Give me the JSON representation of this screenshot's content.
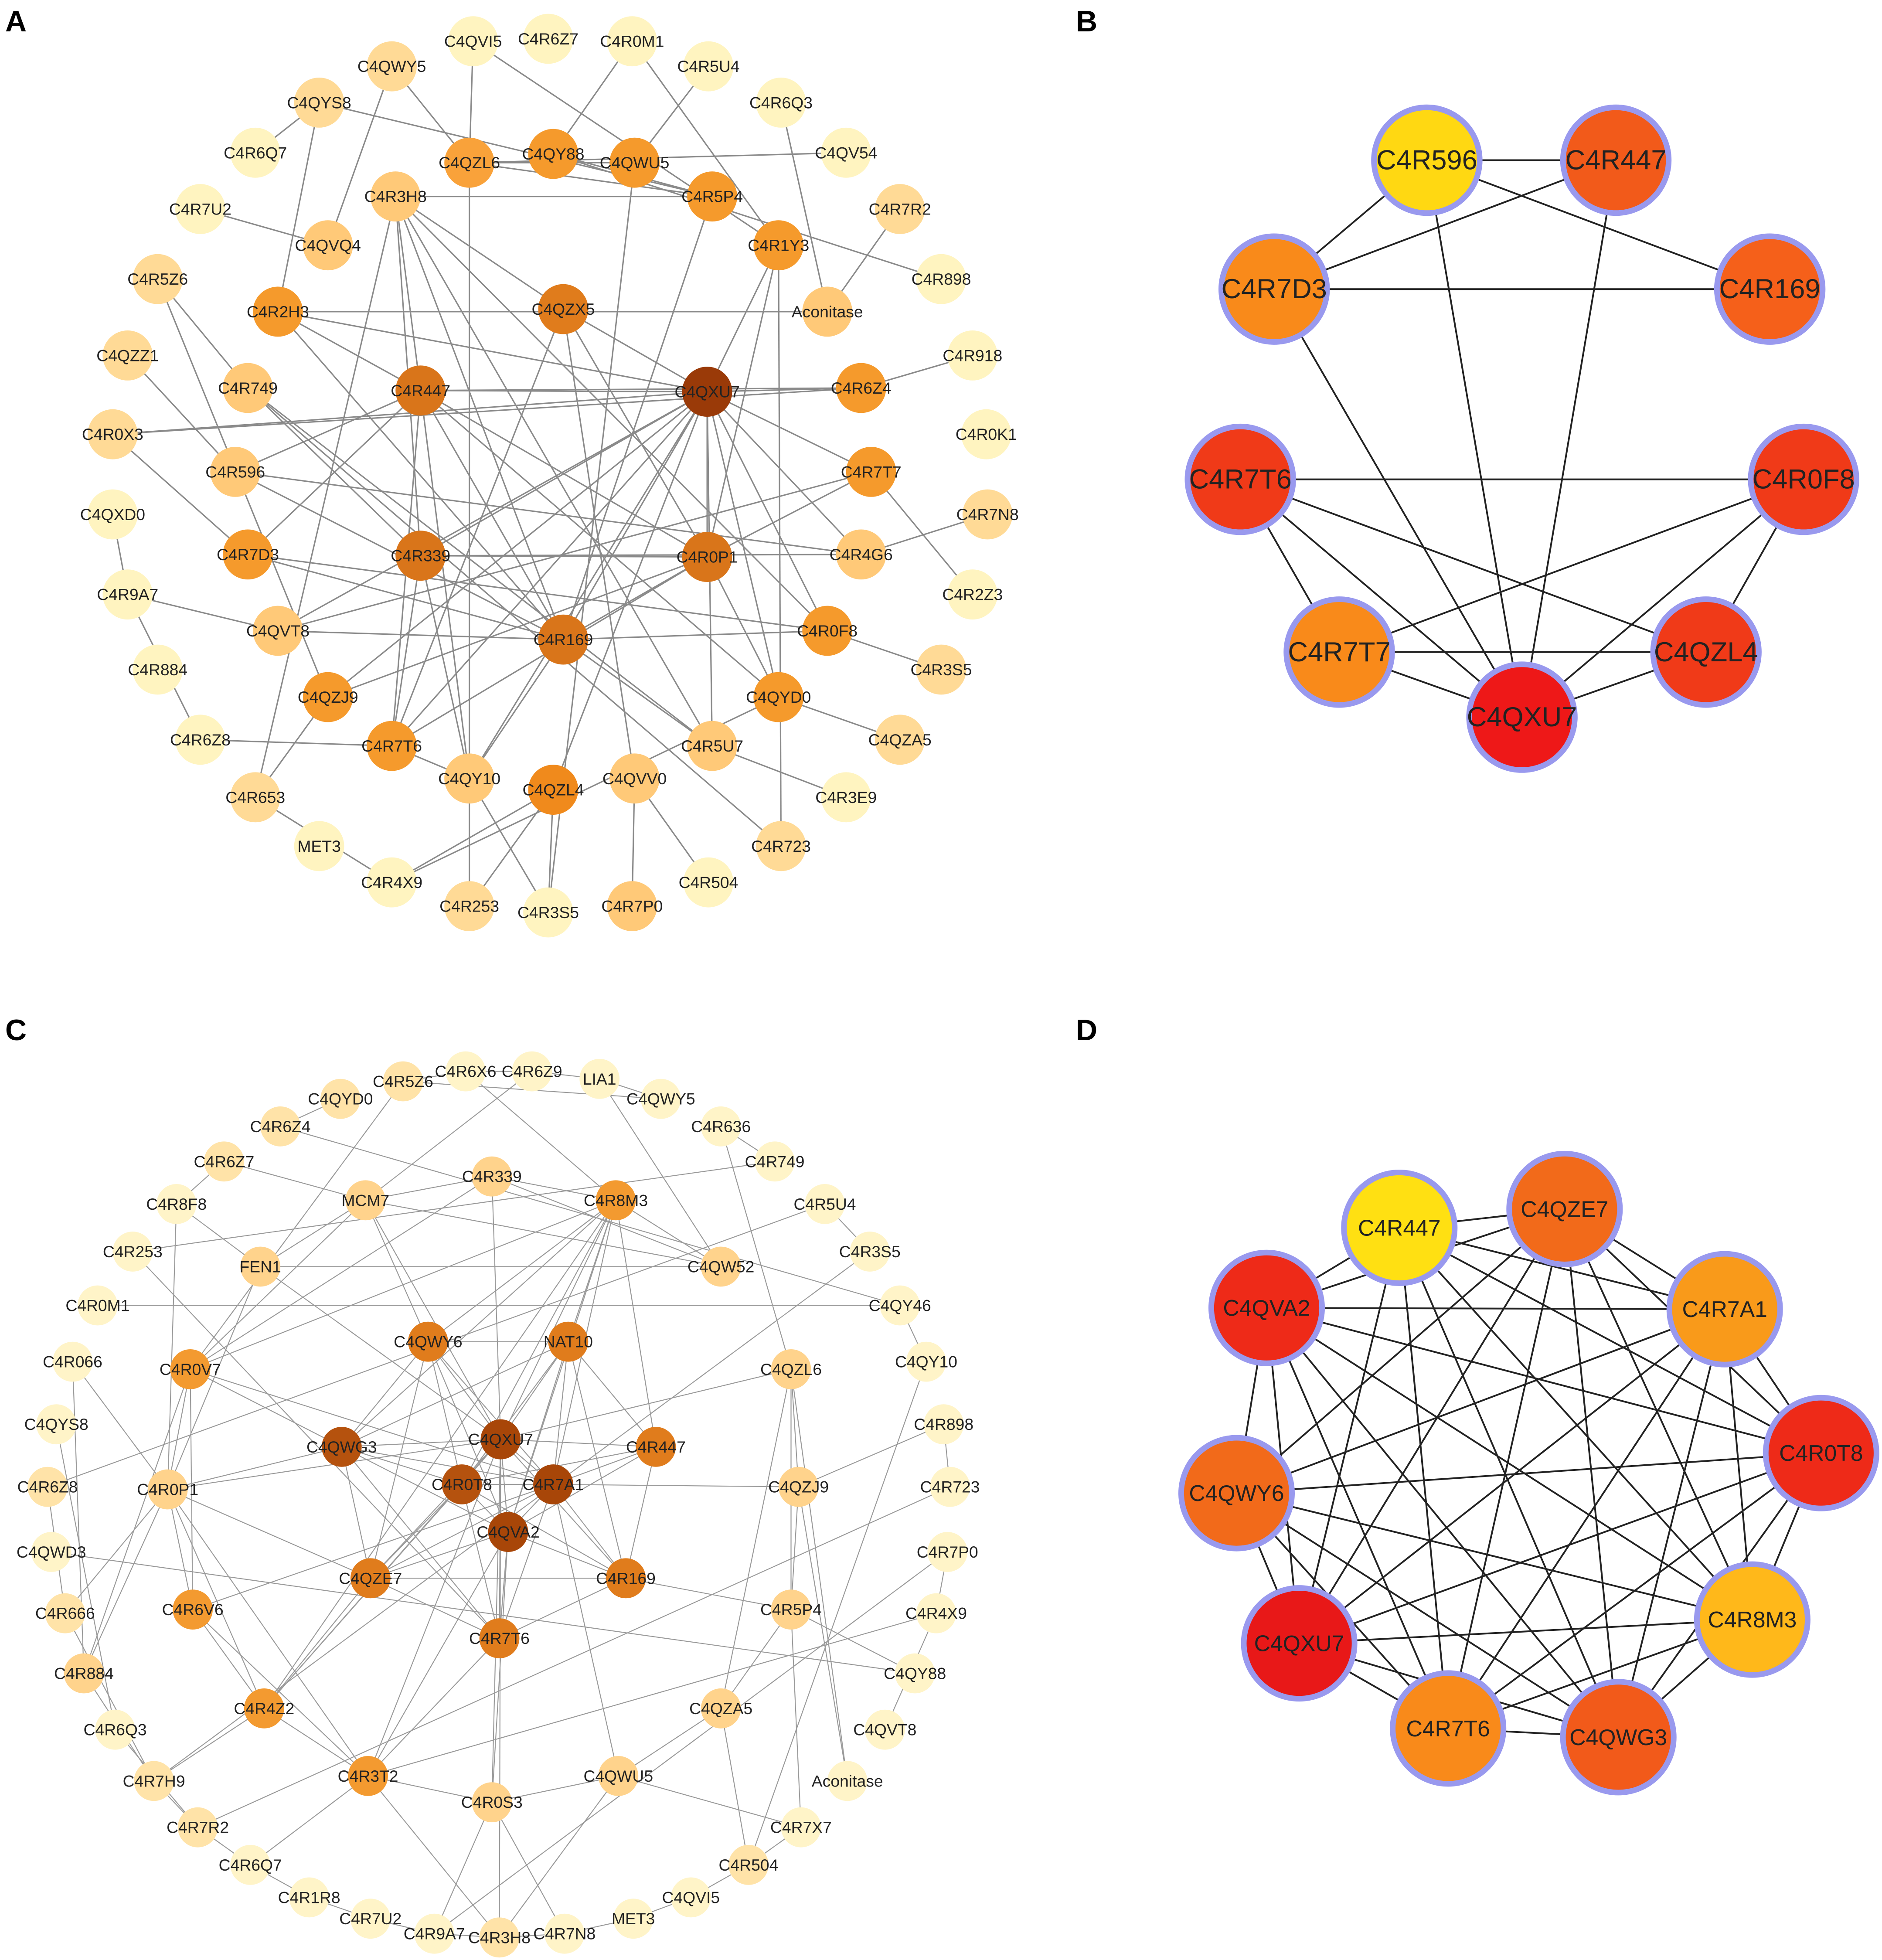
{
  "panels": [
    {
      "letter": "A",
      "nodes": [
        {
          "id": "C4QVI5",
          "c": "#FFF4C0"
        },
        {
          "id": "C4R6Z7",
          "c": "#FFF4C0"
        },
        {
          "id": "C4R0M1",
          "c": "#FFF4C0"
        },
        {
          "id": "C4R5U4",
          "c": "#FFF4C0"
        },
        {
          "id": "C4R6Q3",
          "c": "#FFF4C0"
        },
        {
          "id": "C4QV54",
          "c": "#FFF4C0"
        },
        {
          "id": "C4R7R2",
          "c": "#FFDA96"
        },
        {
          "id": "C4R898",
          "c": "#FFF4C0"
        },
        {
          "id": "C4R918",
          "c": "#FFF4C0"
        },
        {
          "id": "C4R0K1",
          "c": "#FFF4C0"
        },
        {
          "id": "C4R7N8",
          "c": "#FFDA96"
        },
        {
          "id": "C4R2Z3",
          "c": "#FFF4C0"
        },
        {
          "id": "C4R3S5",
          "c": "#FFDA96"
        },
        {
          "id": "C4QZA5",
          "c": "#FFDA96"
        },
        {
          "id": "C4R3E9",
          "c": "#FFF4C0"
        },
        {
          "id": "C4R723",
          "c": "#FFDA96"
        },
        {
          "id": "C4R504",
          "c": "#FFF4C0"
        },
        {
          "id": "C4R7P0",
          "c": "#FFC978"
        },
        {
          "id": "C4R3S5b",
          "label": "C4R3S5",
          "c": "#FFF4C0"
        },
        {
          "id": "C4R253",
          "c": "#FFDA96"
        },
        {
          "id": "C4R4X9",
          "c": "#FFF4C0"
        },
        {
          "id": "MET3",
          "c": "#FFF4C0"
        },
        {
          "id": "C4R653",
          "c": "#FFDA96"
        },
        {
          "id": "C4R6Z8",
          "c": "#FFF4C0"
        },
        {
          "id": "C4R884",
          "c": "#FFF4C0"
        },
        {
          "id": "C4R9A7",
          "c": "#FFF4C0"
        },
        {
          "id": "C4QXD0",
          "c": "#FFF4C0"
        },
        {
          "id": "C4R0X3",
          "c": "#FFDA96"
        },
        {
          "id": "C4QZZ1",
          "c": "#FFDA96"
        },
        {
          "id": "C4R5Z6",
          "c": "#FFDA96"
        },
        {
          "id": "C4R7U2",
          "c": "#FFF4C0"
        },
        {
          "id": "C4R6Q7",
          "c": "#FFF4C0"
        },
        {
          "id": "C4QYS8",
          "c": "#FFDA96"
        },
        {
          "id": "C4QWY5",
          "c": "#FFDA96"
        },
        {
          "id": "C4QZL6",
          "c": "#F9A23A"
        },
        {
          "id": "C4QY88",
          "c": "#F59A2C"
        },
        {
          "id": "C4QWU5",
          "c": "#F59A2C"
        },
        {
          "id": "C4R5P4",
          "c": "#F59A2C"
        },
        {
          "id": "C4R1Y3",
          "c": "#F59A2C"
        },
        {
          "id": "Aconitase",
          "c": "#FFC978"
        },
        {
          "id": "C4R6Z4",
          "c": "#F59A2C"
        },
        {
          "id": "C4R7T7",
          "c": "#F59A2C"
        },
        {
          "id": "C4R4G6",
          "c": "#FFC978"
        },
        {
          "id": "C4R0F8",
          "c": "#F59A2C"
        },
        {
          "id": "C4QYD0",
          "c": "#F59A2C"
        },
        {
          "id": "C4R5U7",
          "c": "#FFC978"
        },
        {
          "id": "C4QVV0",
          "c": "#FFC978"
        },
        {
          "id": "C4QZL4",
          "c": "#F08A1C"
        },
        {
          "id": "C4QY10",
          "c": "#FFC978"
        },
        {
          "id": "C4R7T6",
          "c": "#F59A2C"
        },
        {
          "id": "C4QZJ9",
          "c": "#F59A2C"
        },
        {
          "id": "C4QVT8",
          "c": "#FFC978"
        },
        {
          "id": "C4R7D3",
          "c": "#F59A2C"
        },
        {
          "id": "C4R596",
          "c": "#FFC978"
        },
        {
          "id": "C4R749",
          "c": "#FFC978"
        },
        {
          "id": "C4R2H3",
          "c": "#F59A2C"
        },
        {
          "id": "C4QVQ4",
          "c": "#FFC978"
        },
        {
          "id": "C4R3H8",
          "c": "#FFC978"
        },
        {
          "id": "C4QZX5",
          "c": "#E07C1C"
        },
        {
          "id": "C4R447",
          "c": "#D9751A"
        },
        {
          "id": "C4QXU7",
          "c": "#9A3A08"
        },
        {
          "id": "C4R339",
          "c": "#D9751A"
        },
        {
          "id": "C4R0P1",
          "c": "#D9751A"
        },
        {
          "id": "C4R169",
          "c": "#D9751A"
        }
      ]
    },
    {
      "letter": "B",
      "nodes": [
        {
          "id": "C4R596",
          "c": "#FFD812"
        },
        {
          "id": "C4R447",
          "c": "#F25A1A"
        },
        {
          "id": "C4R7D3",
          "c": "#F98A1A"
        },
        {
          "id": "C4R169",
          "c": "#F5601A"
        },
        {
          "id": "C4R7T6",
          "c": "#F03A18"
        },
        {
          "id": "C4R0F8",
          "c": "#F03A18"
        },
        {
          "id": "C4R7T7",
          "c": "#F98A1A"
        },
        {
          "id": "C4QZL4",
          "c": "#F03A18"
        },
        {
          "id": "C4QXU7",
          "c": "#EE1818"
        }
      ]
    },
    {
      "letter": "C",
      "nodes": [
        {
          "id": "C4R5Z6",
          "c": "#FFE3A8"
        },
        {
          "id": "C4R6X6",
          "c": "#FFF4C8"
        },
        {
          "id": "C4R6Z9",
          "c": "#FFF4C8"
        },
        {
          "id": "LIA1",
          "c": "#FFF4C8"
        },
        {
          "id": "C4QWY5",
          "c": "#FFF4C8"
        },
        {
          "id": "C4QYD0",
          "c": "#FFE3A8"
        },
        {
          "id": "C4R6Z4",
          "c": "#FFE3A8"
        },
        {
          "id": "C4R636",
          "c": "#FFF4C8"
        },
        {
          "id": "C4R6Z7",
          "c": "#FFE3A8"
        },
        {
          "id": "C4R749",
          "c": "#FFF4C8"
        },
        {
          "id": "C4R8F8",
          "c": "#FFF4C8"
        },
        {
          "id": "C4R5U4",
          "c": "#FFF4C8"
        },
        {
          "id": "C4R253",
          "c": "#FFF4C8"
        },
        {
          "id": "C4R3S5",
          "c": "#FFF4C8"
        },
        {
          "id": "C4R0M1",
          "c": "#FFF4C8"
        },
        {
          "id": "C4QY46",
          "c": "#FFF4C8"
        },
        {
          "id": "C4R066",
          "c": "#FFF4C8"
        },
        {
          "id": "C4QY10",
          "c": "#FFF4C8"
        },
        {
          "id": "C4QYS8",
          "c": "#FFF4C8"
        },
        {
          "id": "C4R898",
          "c": "#FFF4C8"
        },
        {
          "id": "C4R6Z8",
          "c": "#FFE3A8"
        },
        {
          "id": "C4R723",
          "c": "#FFF4C8"
        },
        {
          "id": "C4QWD3",
          "c": "#FFF4C8"
        },
        {
          "id": "C4R7P0",
          "c": "#FFF4C8"
        },
        {
          "id": "C4R666",
          "c": "#FFE3A8"
        },
        {
          "id": "C4R4X9",
          "c": "#FFF4C8"
        },
        {
          "id": "C4R884",
          "c": "#FFD38C"
        },
        {
          "id": "C4QY88",
          "c": "#FFF4C8"
        },
        {
          "id": "C4R6Q3",
          "c": "#FFF4C8"
        },
        {
          "id": "C4QVT8",
          "c": "#FFF4C8"
        },
        {
          "id": "C4R7H9",
          "c": "#FFE3A8"
        },
        {
          "id": "Aconitase",
          "c": "#FFF4C8"
        },
        {
          "id": "C4R7R2",
          "c": "#FFE3A8"
        },
        {
          "id": "C4R7X7",
          "c": "#FFF4C8"
        },
        {
          "id": "C4R6Q7",
          "c": "#FFF4C8"
        },
        {
          "id": "C4R504",
          "c": "#FFE3A8"
        },
        {
          "id": "C4R1R8",
          "c": "#FFF4C8"
        },
        {
          "id": "C4QVI5",
          "c": "#FFF4C8"
        },
        {
          "id": "C4R7U2",
          "c": "#FFF4C8"
        },
        {
          "id": "MET3",
          "c": "#FFF4C8"
        },
        {
          "id": "C4R9A7",
          "c": "#FFF4C8"
        },
        {
          "id": "C4R7N8",
          "c": "#FFF4C8"
        },
        {
          "id": "C4R3H8",
          "c": "#FFE3A8"
        },
        {
          "id": "C4R339",
          "c": "#FFD38C"
        },
        {
          "id": "C4R8M3",
          "c": "#F39A30"
        },
        {
          "id": "MCM7",
          "c": "#FFD38C"
        },
        {
          "id": "FEN1",
          "c": "#FFD38C"
        },
        {
          "id": "C4QW52",
          "c": "#FFD38C"
        },
        {
          "id": "C4R0V7",
          "c": "#F39A30"
        },
        {
          "id": "C4QWY6",
          "c": "#E07C1C"
        },
        {
          "id": "NAT10",
          "c": "#E07C1C"
        },
        {
          "id": "C4QZL6",
          "c": "#FFD38C"
        },
        {
          "id": "C4QWG3",
          "c": "#B5520E"
        },
        {
          "id": "C4QXU7",
          "c": "#A84608"
        },
        {
          "id": "C4R447",
          "c": "#E07C1C"
        },
        {
          "id": "C4R0T8",
          "c": "#B5520E"
        },
        {
          "id": "C4R7A1",
          "c": "#A84608"
        },
        {
          "id": "C4QZJ9",
          "c": "#FFD38C"
        },
        {
          "id": "C4R0P1",
          "c": "#FFD38C"
        },
        {
          "id": "C4QVA2",
          "c": "#A84608"
        },
        {
          "id": "C4QZE7",
          "c": "#E07C1C"
        },
        {
          "id": "C4R169",
          "c": "#E07C1C"
        },
        {
          "id": "C4R6V6",
          "c": "#F39A30"
        },
        {
          "id": "C4R5P4",
          "c": "#FFD38C"
        },
        {
          "id": "C4R7T6",
          "c": "#E07C1C"
        },
        {
          "id": "C4R4Z2",
          "c": "#F39A30"
        },
        {
          "id": "C4QZA5",
          "c": "#FFD38C"
        },
        {
          "id": "C4R3T2",
          "c": "#F39A30"
        },
        {
          "id": "C4QWU5",
          "c": "#FFD38C"
        },
        {
          "id": "C4R0S3",
          "c": "#FFD38C"
        }
      ]
    },
    {
      "letter": "D",
      "nodes": [
        {
          "id": "C4R447",
          "c": "#FFE012"
        },
        {
          "id": "C4QZE7",
          "c": "#F26A1A"
        },
        {
          "id": "C4QVA2",
          "c": "#EE2A18"
        },
        {
          "id": "C4R7A1",
          "c": "#F99A1A"
        },
        {
          "id": "C4R0T8",
          "c": "#EE2A18"
        },
        {
          "id": "C4QWY6",
          "c": "#F26A1A"
        },
        {
          "id": "C4QXU7",
          "c": "#E81818"
        },
        {
          "id": "C4R8M3",
          "c": "#FFB81A"
        },
        {
          "id": "C4R7T6",
          "c": "#F98A1A"
        },
        {
          "id": "C4QWG3",
          "c": "#F25A1A"
        }
      ]
    }
  ]
}
